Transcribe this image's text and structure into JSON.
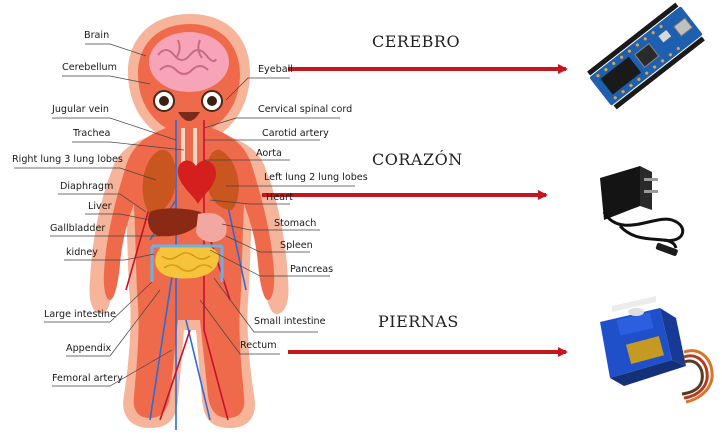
{
  "labels_left": {
    "brain": "Brain",
    "cerebellum": "Cerebellum",
    "jugular_vein": "Jugular vein",
    "trachea": "Trachea",
    "right_lung": "Right lung 3 lung lobes",
    "diaphragm": "Diaphragm",
    "liver": "Liver",
    "gallbladder": "Gallbladder",
    "kidney": "kidney",
    "large_intestine": "Large intestine",
    "appendix": "Appendix",
    "femoral_artery": "Femoral artery"
  },
  "labels_right": {
    "eyeball": "Eyeball",
    "cervical_spinal_cord": "Cervical spinal cord",
    "carotid_artery": "Carotid artery",
    "aorta": "Aorta",
    "left_lung": "Left lung 2 lung lobes",
    "heart": "Heart",
    "stomach": "Stomach",
    "spleen": "Spleen",
    "pancreas": "Pancreas",
    "small_intestine": "Small intestine",
    "rectum": "Rectum"
  },
  "sections": {
    "cerebro": "CEREBRO",
    "corazon": "CORAZÓN",
    "piernas": "PIERNAS"
  },
  "colors": {
    "arrow": "#c4161c",
    "body_outer": "#f6b49a",
    "body_inner": "#ef6a4b",
    "brain": "#f7a4b8",
    "vessel_blue": "#2c6bd6",
    "vessel_red": "#c8102e"
  }
}
